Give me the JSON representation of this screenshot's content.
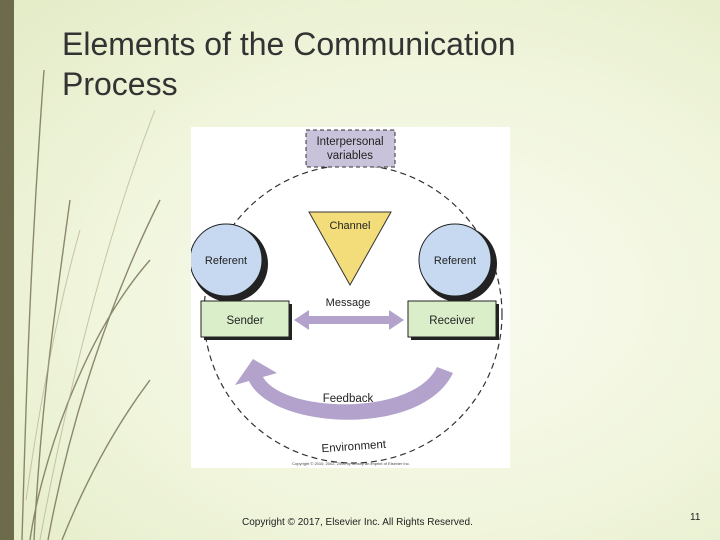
{
  "slide": {
    "title": "Elements of the Communication Process",
    "footer": "Copyright © 2017, Elsevier Inc. All Rights Reserved.",
    "page_number": "11"
  },
  "diagram": {
    "interpersonal": "Interpersonal variables",
    "interpersonal_line1": "Interpersonal",
    "interpersonal_line2": "variables",
    "channel": "Channel",
    "referent_left": "Referent",
    "referent_right": "Referent",
    "message": "Message",
    "sender": "Sender",
    "receiver": "Receiver",
    "feedback": "Feedback",
    "environment": "Environment",
    "credit": "Copyright © 2010, 2002, 2006 by Mosby an imprint of Elsevier Inc."
  },
  "colors": {
    "accent_bar": "#6e6a4c",
    "interpersonal_fill": "#c8c3da",
    "channel_fill": "#f3dd7a",
    "referent_fill": "#c6d9f0",
    "box_fill": "#d9eec9",
    "arrow_fill": "#b3a3cc"
  }
}
